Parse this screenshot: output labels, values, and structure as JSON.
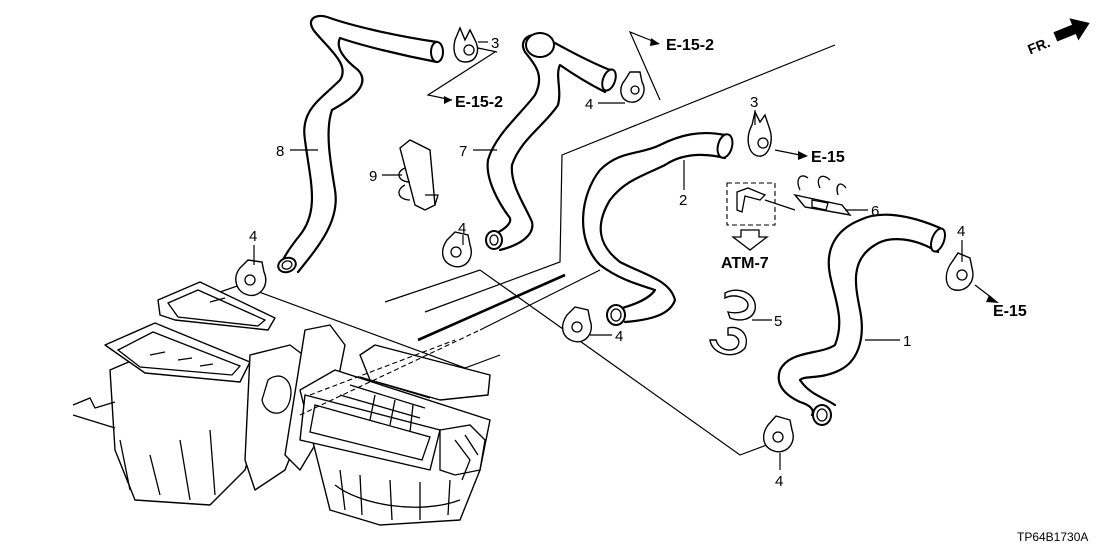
{
  "diagram": {
    "title_code": "TP64B1730A",
    "direction_indicator": "FR.",
    "references": {
      "e15_2_top_left": "E-15-2",
      "e15_2_top_right": "E-15-2",
      "e15_clamp3": "E-15",
      "e15_clamp4_right": "E-15",
      "atm7": "ATM-7"
    },
    "parts": [
      {
        "number": "1",
        "name": "heater hose 1"
      },
      {
        "number": "2",
        "name": "heater hose 2"
      },
      {
        "number": "3",
        "name": "hose clamp (top left)"
      },
      {
        "number": "3",
        "name": "hose clamp (right)"
      },
      {
        "number": "4",
        "name": "hose clamp (top center)"
      },
      {
        "number": "4",
        "name": "hose clamp (left)"
      },
      {
        "number": "4",
        "name": "hose clamp (center)"
      },
      {
        "number": "4",
        "name": "hose clamp (center lower)"
      },
      {
        "number": "4",
        "name": "hose clamp (right)"
      },
      {
        "number": "4",
        "name": "hose clamp (bottom)"
      },
      {
        "number": "5",
        "name": "hose clip"
      },
      {
        "number": "6",
        "name": "hose clip (double)"
      },
      {
        "number": "7",
        "name": "heater hose 7"
      },
      {
        "number": "8",
        "name": "heater hose 8"
      },
      {
        "number": "9",
        "name": "hose clip (triple)"
      }
    ]
  }
}
